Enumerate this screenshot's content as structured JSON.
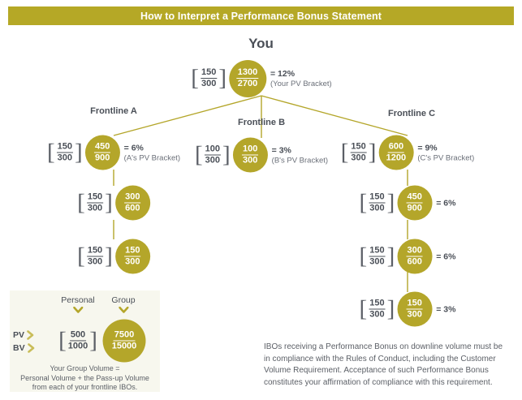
{
  "header": {
    "title": "How to Interpret a Performance Bonus Statement",
    "bar_color": "#b5a826"
  },
  "diagram": {
    "root_title": "You",
    "accent_color": "#b4a62a",
    "text_color": "#4a4f57",
    "root": {
      "bracket": {
        "numerator": "150",
        "denominator": "300"
      },
      "circle": {
        "numerator": "1300",
        "denominator": "2700"
      },
      "percent": "= 12%",
      "bracket_note": "(Your PV Bracket)"
    },
    "frontlines": [
      {
        "label": "Frontline A",
        "nodes": [
          {
            "bracket": {
              "numerator": "150",
              "denominator": "300"
            },
            "circle": {
              "numerator": "450",
              "denominator": "900"
            },
            "percent": "= 6%",
            "bracket_note": "(A's PV Bracket)"
          },
          {
            "bracket": {
              "numerator": "150",
              "denominator": "300"
            },
            "circle": {
              "numerator": "300",
              "denominator": "600"
            },
            "percent": "",
            "bracket_note": ""
          },
          {
            "bracket": {
              "numerator": "150",
              "denominator": "300"
            },
            "circle": {
              "numerator": "150",
              "denominator": "300"
            },
            "percent": "",
            "bracket_note": ""
          }
        ]
      },
      {
        "label": "Frontline B",
        "nodes": [
          {
            "bracket": {
              "numerator": "100",
              "denominator": "300"
            },
            "circle": {
              "numerator": "100",
              "denominator": "300"
            },
            "percent": "= 3%",
            "bracket_note": "(B's PV Bracket)"
          }
        ]
      },
      {
        "label": "Frontline C",
        "nodes": [
          {
            "bracket": {
              "numerator": "150",
              "denominator": "300"
            },
            "circle": {
              "numerator": "600",
              "denominator": "1200"
            },
            "percent": "= 9%",
            "bracket_note": "(C's PV Bracket)"
          },
          {
            "bracket": {
              "numerator": "150",
              "denominator": "300"
            },
            "circle": {
              "numerator": "450",
              "denominator": "900"
            },
            "percent": "= 6%",
            "bracket_note": ""
          },
          {
            "bracket": {
              "numerator": "150",
              "denominator": "300"
            },
            "circle": {
              "numerator": "300",
              "denominator": "600"
            },
            "percent": "= 6%",
            "bracket_note": ""
          },
          {
            "bracket": {
              "numerator": "150",
              "denominator": "300"
            },
            "circle": {
              "numerator": "150",
              "denominator": "300"
            },
            "percent": "= 3%",
            "bracket_note": ""
          }
        ]
      }
    ]
  },
  "legend": {
    "personal_label": "Personal",
    "group_label": "Group",
    "row_pv": "PV",
    "row_bv": "BV",
    "bracket": {
      "numerator": "500",
      "denominator": "1000"
    },
    "circle": {
      "numerator": "7500",
      "denominator": "15000"
    },
    "note_line1": "Your Group Volume =",
    "note_line2": "Personal Volume + the Pass-up Volume",
    "note_line3": "from each of your frontline IBOs.",
    "background": "#f7f7ee"
  },
  "footer": {
    "note": "IBOs receiving a Performance Bonus on downline volume must be in compliance with the Rules of Conduct, including the Customer Volume Requirement. Acceptance of such Performance Bonus constitutes your affirmation of compliance with this requirement."
  }
}
